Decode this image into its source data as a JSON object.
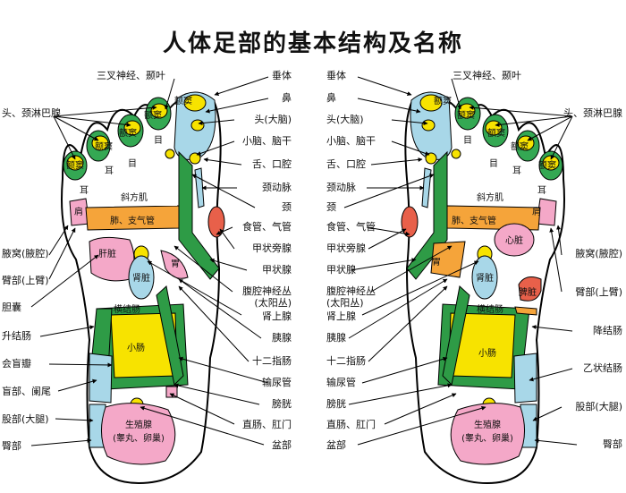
{
  "title": "人体足部的基本结构及名称",
  "colors": {
    "green": "#2e9b46",
    "yellow": "#f7e300",
    "light_blue": "#a8d7e8",
    "pink": "#f4a8c8",
    "orange": "#f5a43a",
    "red": "#e8604a"
  },
  "inner": {
    "sinus": "额窦",
    "eye": "目",
    "ear": "耳",
    "trapezius": "斜方肌",
    "shoulder": "肩",
    "lung": "肺、支气管",
    "liver": "肝脏",
    "kidney": "肾脏",
    "stomach": "胃",
    "heart": "心脏",
    "spleen": "脾脏",
    "transverse_colon": "横结肠",
    "small_intestine": "小肠",
    "gonads": "生殖腺",
    "gonads_sub": "(睾丸、卵巢)"
  },
  "labels_left": [
    "头、颈淋巴腺",
    "腋窝(腋腔)",
    "臂部(上臂)",
    "胆囊",
    "升结肠",
    "会盲瓣",
    "盲部、阑尾",
    "股部(大腿)",
    "臀部"
  ],
  "labels_center_left": [
    "三叉神经、颞叶",
    "垂体",
    "鼻",
    "头(大脑)",
    "小脑、脑干",
    "舌、口腔",
    "颈动脉",
    "颈",
    "食管、气管",
    "甲状旁腺",
    "甲状腺",
    "腹腔神经丛",
    "(太阳丛)",
    "肾上腺",
    "胰腺",
    "十二指肠",
    "输尿管",
    "膀胱",
    "直肠、肛门",
    "盆部"
  ],
  "labels_center_right": [
    "垂体",
    "三叉神经、颞叶",
    "鼻",
    "头(大脑)",
    "小脑、脑干",
    "舌、口腔",
    "颈动脉",
    "颈",
    "食管、气管",
    "甲状旁腺",
    "甲状腺",
    "腹腔神经丛",
    "(太阳丛)",
    "肾上腺",
    "胰腺",
    "十二指肠",
    "输尿管",
    "膀胱",
    "直肠、肛门",
    "盆部"
  ],
  "labels_right": [
    "头、颈淋巴腺",
    "腋窝(腋腔)",
    "臂部(上臂)",
    "降结肠",
    "乙状结肠",
    "股部(大腿)",
    "臀部"
  ]
}
